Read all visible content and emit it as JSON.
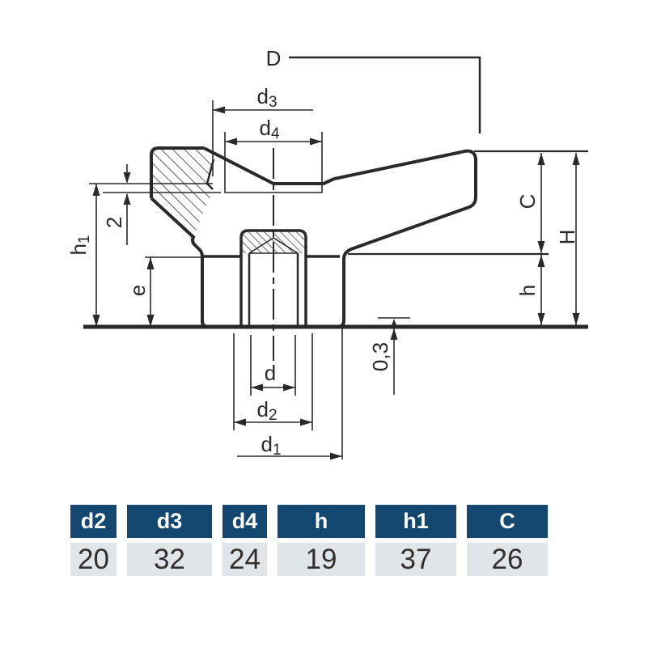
{
  "drawing": {
    "ink_color": "#2b2927",
    "dim_labels": {
      "D": "D",
      "d3_base": "d",
      "d3_sub": "3",
      "d4_base": "d",
      "d4_sub": "4",
      "depth": "2",
      "h1_base": "h",
      "h1_sub": "1",
      "e": "e",
      "d": "d",
      "d2_base": "d",
      "d2_sub": "2",
      "d1_base": "d",
      "d1_sub": "1",
      "step": "0,3",
      "C": "C",
      "H": "H",
      "h": "h"
    }
  },
  "table": {
    "headers": [
      "d2",
      "d3",
      "d4",
      "h",
      "h1",
      "C"
    ],
    "values": [
      "20",
      "32",
      "24",
      "19",
      "37",
      "26"
    ],
    "header_bg": "#14476f",
    "header_text_color": "#ffffff",
    "row_bg": "#e0e5e9",
    "value_text_color": "#332e2b"
  }
}
